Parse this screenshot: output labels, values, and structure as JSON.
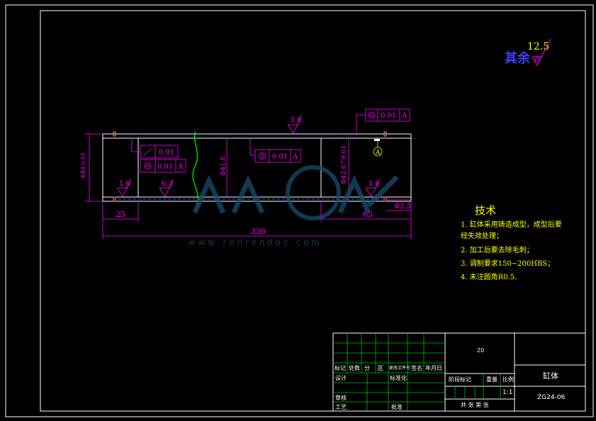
{
  "roughness_other": {
    "label": "其余",
    "value": "12.5"
  },
  "tolerance_frames": {
    "top": {
      "value": "0.01",
      "datum": "A"
    },
    "left_upper": {
      "value": "0.01"
    },
    "left_lower": {
      "value": "0.01",
      "datum": "A"
    },
    "middle": {
      "value": "0.01",
      "datum": "A"
    }
  },
  "datum_label": "A",
  "roughness_values": {
    "top": "1.6",
    "left": "1.6",
    "left2": "6.3",
    "right": "1.6"
  },
  "dimensions": {
    "left_length": "25",
    "right_length": "65",
    "total_length": "336",
    "right_dia": "Φ2.5",
    "left_dia": "Φ49.0.01",
    "mid_dia": "Φ41.8",
    "right_inner_dia": "Φ42.6^0.01"
  },
  "watermark": {
    "url": "w w w . r e n r e n d o c . c o m"
  },
  "tech_requirements": {
    "title": "技术",
    "items": [
      "1. 缸体采用铸造成型，成型后要",
      "经失效处理；",
      "2. 加工后要去除毛刺；",
      "3. 调制要求150~200HBS；",
      "4. 未注圆角R0.5."
    ]
  },
  "title_block": {
    "material": "20",
    "part_name": "缸体",
    "drawing_no": "ZG24-06",
    "scale": "1:1",
    "header_row": [
      "标记",
      "处数",
      "分",
      "区",
      "更改文件号",
      "签名",
      "年月日"
    ],
    "design": "设计",
    "standardization": "标准化",
    "review": "审核",
    "process": "工艺",
    "approve": "批准",
    "stage_labels": [
      "阶段标记",
      "重量",
      "比例"
    ],
    "sheet": "共  张  第  张"
  }
}
